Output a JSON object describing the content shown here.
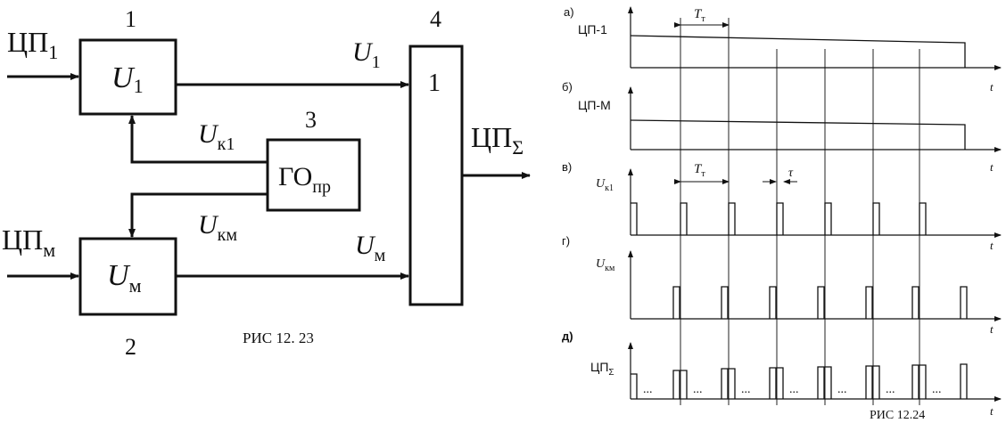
{
  "left": {
    "block1": {
      "number": "1",
      "label": "U",
      "sub": "1"
    },
    "block2": {
      "number": "2",
      "label": "U",
      "sub": "м"
    },
    "block3": {
      "number": "3",
      "label": "ГО",
      "sub": "пр"
    },
    "block4": {
      "number": "4",
      "label": "1"
    },
    "input1": {
      "label": "ЦП",
      "sub": "1"
    },
    "inputm": {
      "label": "ЦП",
      "sub": "м"
    },
    "out1": {
      "label": "U",
      "sub": "1"
    },
    "outm": {
      "label": "U",
      "sub": "м"
    },
    "uk1": {
      "label": "U",
      "sub": "к1"
    },
    "ukm": {
      "label": "U",
      "sub": "км"
    },
    "output": {
      "label": "ЦП",
      "sub": "Σ"
    },
    "caption": "РИС 12. 23"
  },
  "right": {
    "rows": [
      {
        "letter": "а)",
        "label": "ЦП-1",
        "sub": ""
      },
      {
        "letter": "б)",
        "label": "ЦП-М",
        "sub": ""
      },
      {
        "letter": "в)",
        "label": "U",
        "sub": "к1"
      },
      {
        "letter": "г)",
        "label": "U",
        "sub": "км"
      },
      {
        "letter": "д)",
        "label": "ЦП",
        "sub": "Σ"
      }
    ],
    "axis_t": "t",
    "period": {
      "label": "T",
      "sub": "т"
    },
    "tau": "τ",
    "dots": "...",
    "caption": "РИС 12.24"
  }
}
